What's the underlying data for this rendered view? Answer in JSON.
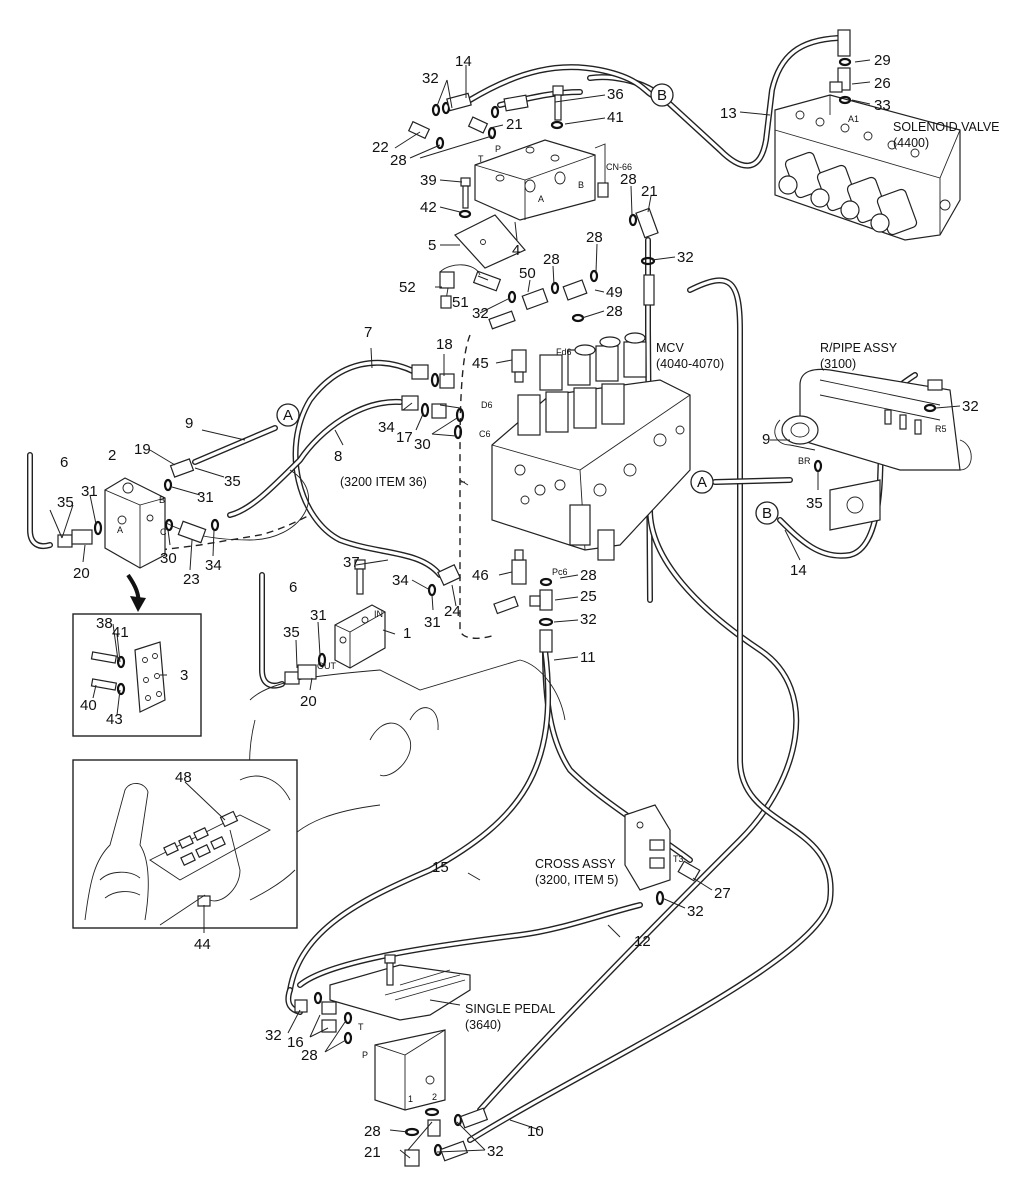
{
  "callouts": [
    {
      "n": "1"
    },
    {
      "n": "2"
    },
    {
      "n": "3"
    },
    {
      "n": "4"
    },
    {
      "n": "5"
    },
    {
      "n": "6"
    },
    {
      "n": "6"
    },
    {
      "n": "7"
    },
    {
      "n": "8"
    },
    {
      "n": "9"
    },
    {
      "n": "9"
    },
    {
      "n": "10"
    },
    {
      "n": "11"
    },
    {
      "n": "12"
    },
    {
      "n": "13"
    },
    {
      "n": "14"
    },
    {
      "n": "14"
    },
    {
      "n": "15"
    },
    {
      "n": "16"
    },
    {
      "n": "17"
    },
    {
      "n": "18"
    },
    {
      "n": "19"
    },
    {
      "n": "20"
    },
    {
      "n": "20"
    },
    {
      "n": "21"
    },
    {
      "n": "21"
    },
    {
      "n": "21"
    },
    {
      "n": "22"
    },
    {
      "n": "23"
    },
    {
      "n": "24"
    },
    {
      "n": "25"
    },
    {
      "n": "26"
    },
    {
      "n": "27"
    },
    {
      "n": "28"
    },
    {
      "n": "28"
    },
    {
      "n": "28"
    },
    {
      "n": "28"
    },
    {
      "n": "28"
    },
    {
      "n": "28"
    },
    {
      "n": "28"
    },
    {
      "n": "28"
    },
    {
      "n": "29"
    },
    {
      "n": "30"
    },
    {
      "n": "30"
    },
    {
      "n": "31"
    },
    {
      "n": "31"
    },
    {
      "n": "31"
    },
    {
      "n": "31"
    },
    {
      "n": "32"
    },
    {
      "n": "32"
    },
    {
      "n": "32"
    },
    {
      "n": "32"
    },
    {
      "n": "32"
    },
    {
      "n": "32"
    },
    {
      "n": "32"
    },
    {
      "n": "32"
    },
    {
      "n": "33"
    },
    {
      "n": "34"
    },
    {
      "n": "34"
    },
    {
      "n": "34"
    },
    {
      "n": "35"
    },
    {
      "n": "35"
    },
    {
      "n": "35"
    },
    {
      "n": "35"
    },
    {
      "n": "36"
    },
    {
      "n": "37"
    },
    {
      "n": "38"
    },
    {
      "n": "39"
    },
    {
      "n": "40"
    },
    {
      "n": "41"
    },
    {
      "n": "41"
    },
    {
      "n": "42"
    },
    {
      "n": "43"
    },
    {
      "n": "44"
    },
    {
      "n": "45"
    },
    {
      "n": "46"
    },
    {
      "n": "48"
    },
    {
      "n": "49"
    },
    {
      "n": "50"
    },
    {
      "n": "51"
    },
    {
      "n": "52"
    }
  ],
  "refs": {
    "A": "A",
    "B": "B"
  },
  "notes": {
    "solenoid_valve": "SOLENOID VALVE",
    "solenoid_valve_code": "(4400)",
    "mcv": "MCV",
    "mcv_code": "(4040-4070)",
    "r_pipe_assy": "R/PIPE ASSY",
    "r_pipe_code": "(3100)",
    "item36": "(3200 ITEM 36)",
    "cross_assy": "CROSS ASSY",
    "cross_assy_code": "(3200, ITEM 5)",
    "single_pedal": "SINGLE PEDAL",
    "single_pedal_code": "(3640)"
  },
  "port_labels": {
    "cn66": "CN-66",
    "a1": "A1",
    "fd6": "Fd6",
    "d6": "D6",
    "c6": "C6",
    "pc6": "Pc6",
    "r5": "R5",
    "br": "BR",
    "t": "T",
    "p": "P",
    "a": "A",
    "b": "B",
    "c": "C",
    "in": "IN",
    "out": "OUT",
    "t3": "T3",
    "one": "1",
    "two": "2"
  }
}
